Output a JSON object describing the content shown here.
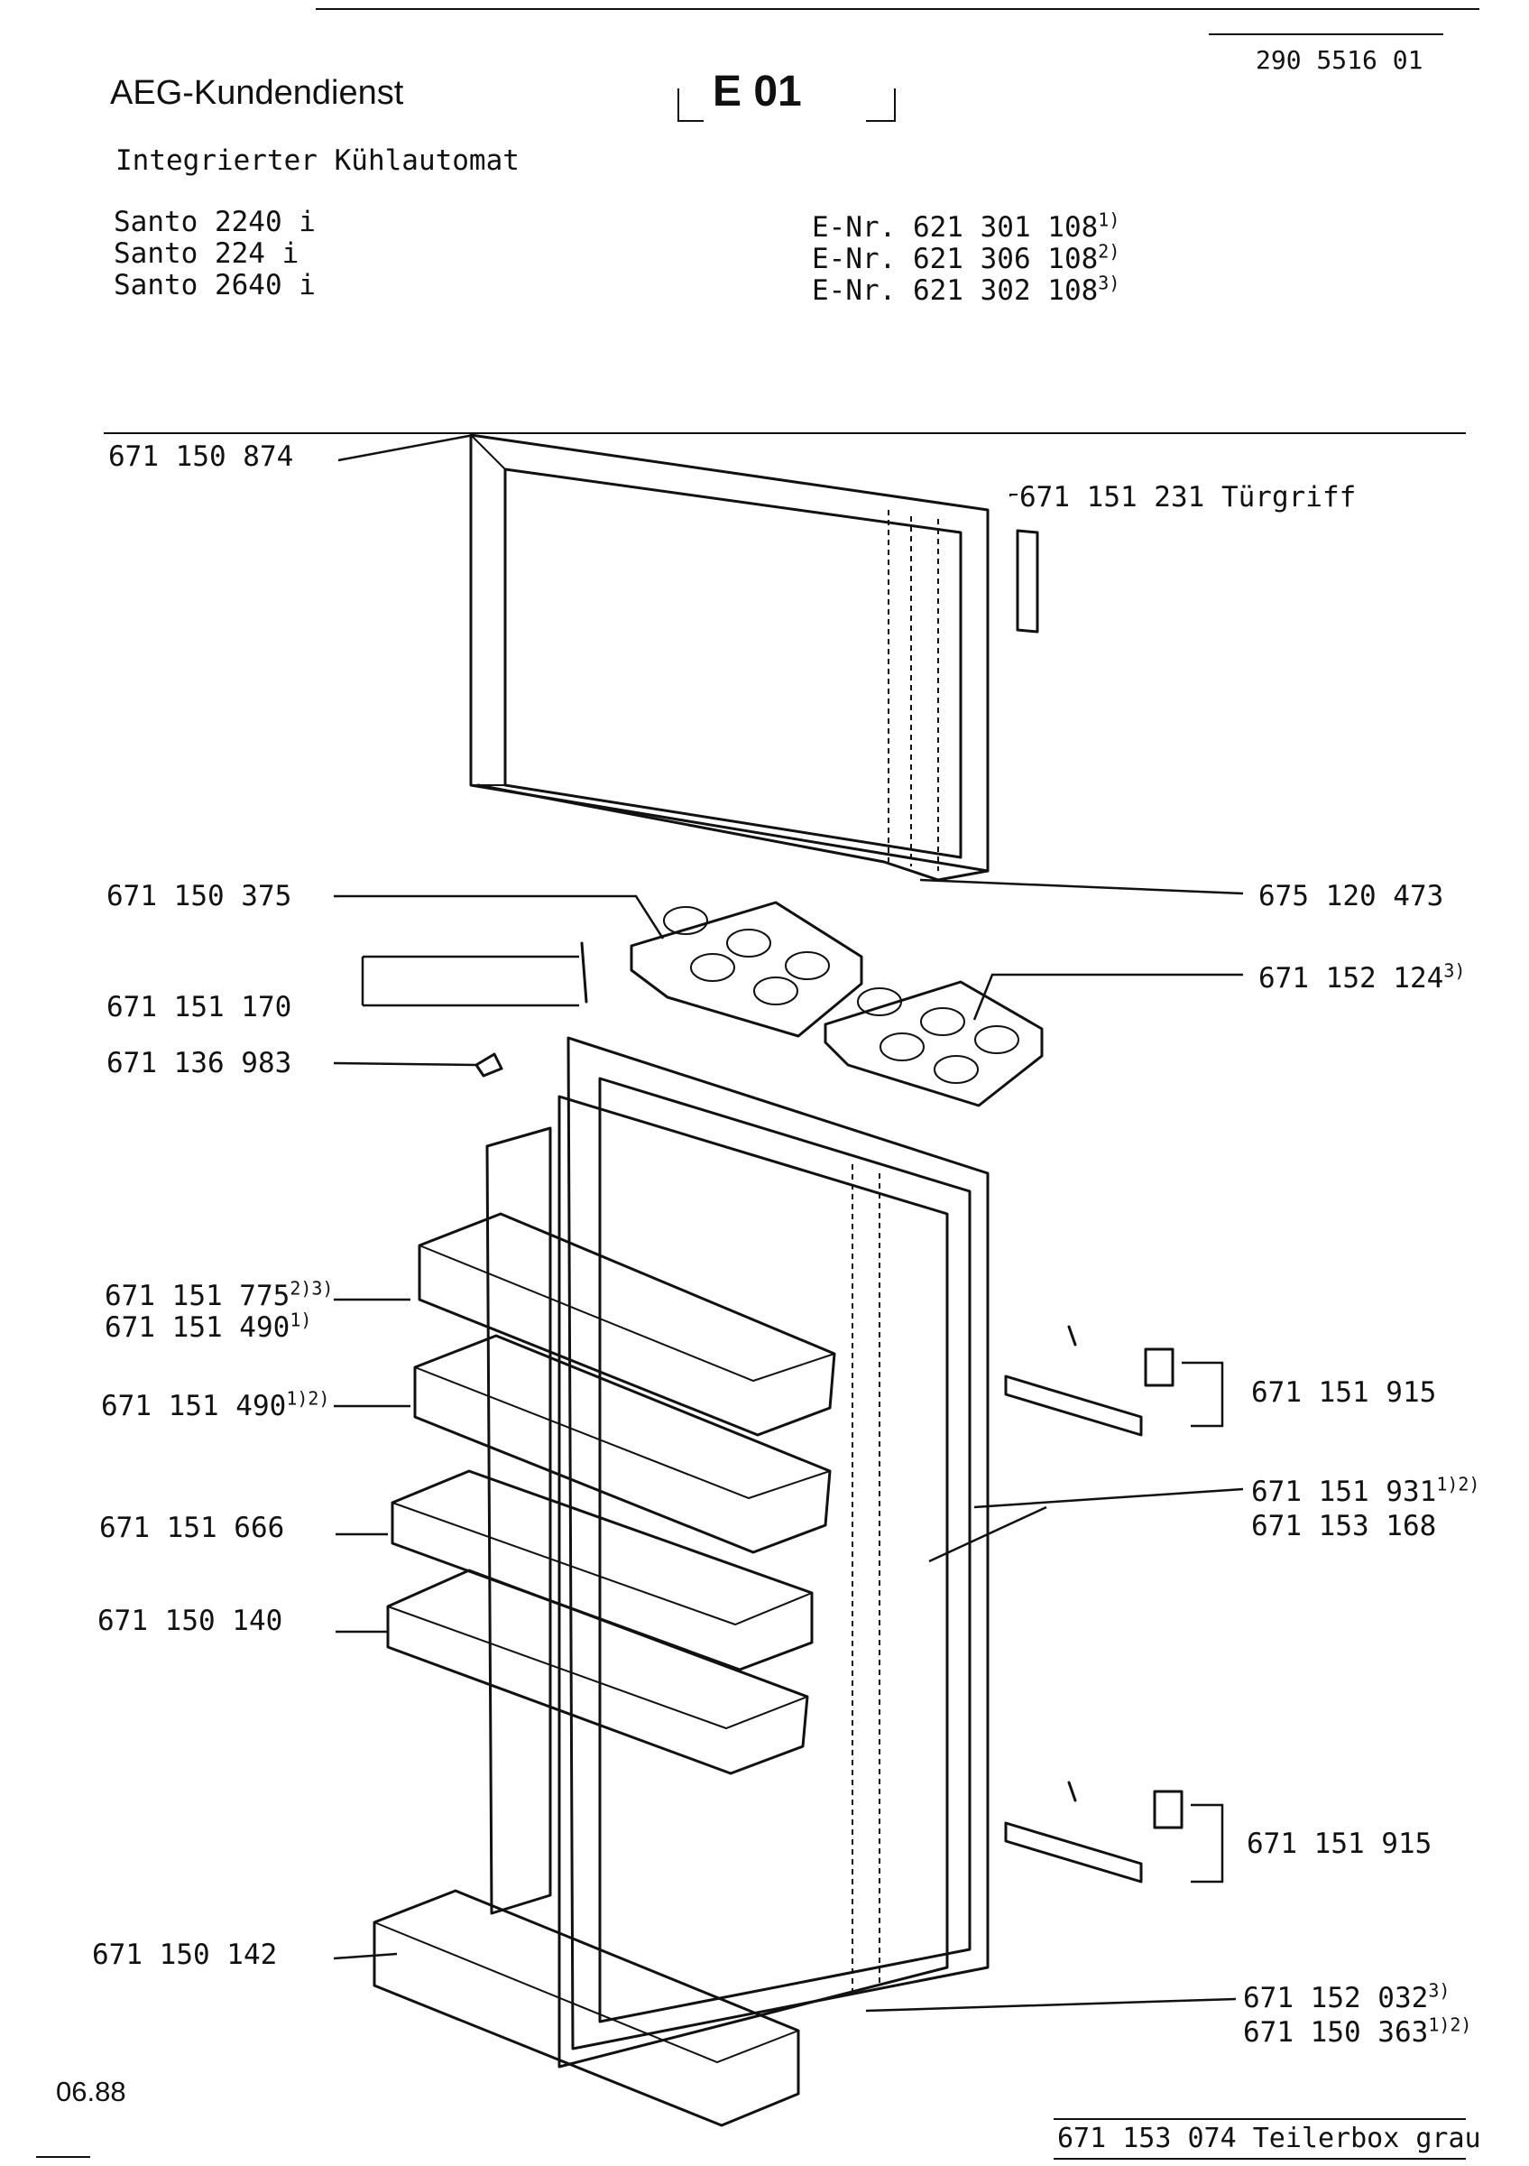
{
  "header": {
    "brand": "AEG-Kundendienst",
    "code": "E 01",
    "doc_number": "290 5516 01",
    "subtitle": "Integrierter Kühlautomat"
  },
  "models": [
    "Santo 2240 i",
    "Santo 224  i",
    "Santo 2640 i"
  ],
  "enr": [
    {
      "label": "E-Nr. 621 301 108",
      "note": "1)"
    },
    {
      "label": "E-Nr. 621 306 108",
      "note": "2)"
    },
    {
      "label": "E-Nr. 621 302 108",
      "note": "3)"
    }
  ],
  "parts_left": [
    {
      "number": "671 150 874",
      "note": ""
    },
    {
      "number": "671 150 375",
      "note": ""
    },
    {
      "number": "671 151 170",
      "note": ""
    },
    {
      "number": "671 136 983",
      "note": ""
    },
    {
      "number": "671 151 775",
      "note": "2)3)"
    },
    {
      "number": "671 151 490",
      "note": "1)"
    },
    {
      "number": "671 151 490",
      "note": "1)2)"
    },
    {
      "number": "671 151 666",
      "note": ""
    },
    {
      "number": "671 150 140",
      "note": ""
    },
    {
      "number": "671 150 142",
      "note": ""
    }
  ],
  "parts_right": [
    {
      "number": "671 151 231 Türgriff",
      "note": ""
    },
    {
      "number": "675 120 473",
      "note": ""
    },
    {
      "number": "671 152 124",
      "note": "3)"
    },
    {
      "number": "671 151 915",
      "note": ""
    },
    {
      "number": "671 151 931",
      "note": "1)2)"
    },
    {
      "number": "671 153 168",
      "note": ""
    },
    {
      "number": "671 151 915",
      "note": ""
    },
    {
      "number": "671 152 032",
      "note": "3)"
    },
    {
      "number": "671 150 363",
      "note": "1)2)"
    }
  ],
  "footer": {
    "date": "06.88",
    "accessory": "671 153 074 Teilerbox grau"
  }
}
